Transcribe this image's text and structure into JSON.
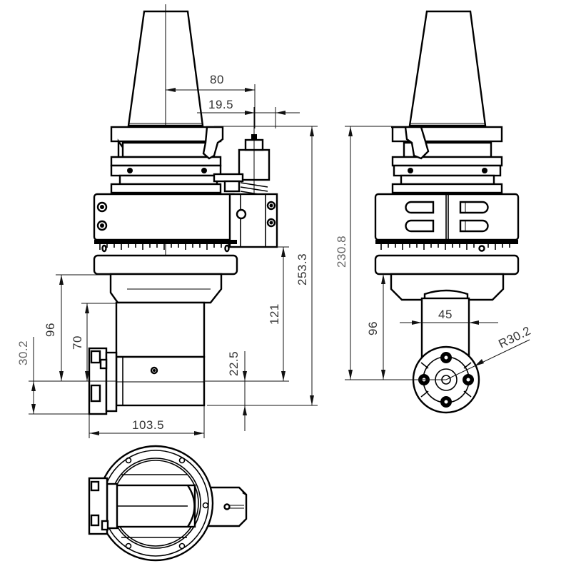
{
  "drawing": {
    "title": "Angle head technical drawing",
    "views": {
      "front": {
        "dimensions": {
          "taper_offset": "80",
          "bracket_width": "19.5",
          "overall_height": "253.3",
          "body_to_spindle": "121",
          "spindle_to_bottom": "22.5",
          "flange_to_spindle": "96",
          "neck_to_spindle": "70",
          "spindle_offset": "30.2",
          "head_width": "103.5"
        }
      },
      "side": {
        "dimensions": {
          "overall_height": "230.8",
          "flange_to_spindle": "96",
          "neck_width": "45",
          "spindle_radius": "R30.2"
        }
      },
      "bottom": {
        "dimensions": {}
      }
    },
    "colors": {
      "line": "#000000",
      "dimension_text": "#333333",
      "background": "#ffffff"
    }
  }
}
